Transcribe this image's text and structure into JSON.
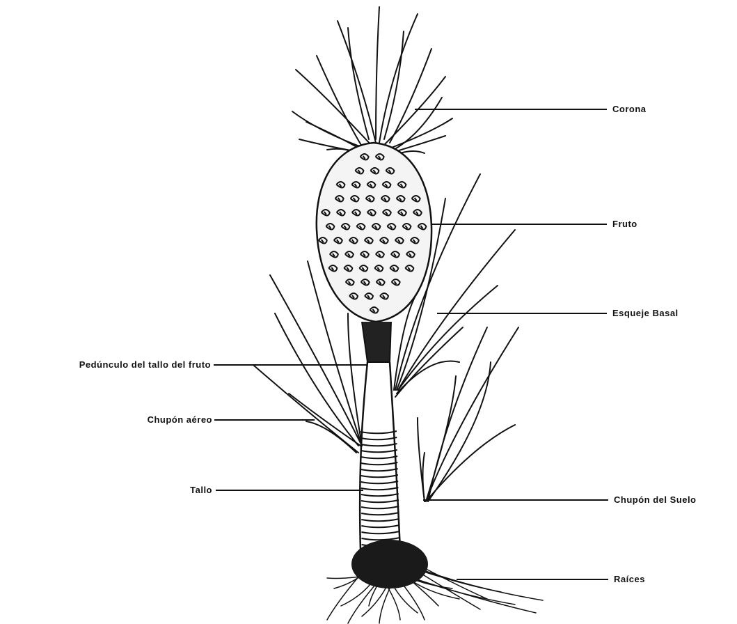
{
  "diagram": {
    "labels": {
      "corona": "Corona",
      "fruto": "Fruto",
      "esqueje_basal": "Esqueje Basal",
      "pedunculo": "Pedúnculo del tallo del fruto",
      "chupon_aereo": "Chupón aéreo",
      "tallo": "Tallo",
      "chupon_suelo": "Chupón del Suelo",
      "raices": "Raíces"
    },
    "colors": {
      "ink": "#111111",
      "background": "#ffffff"
    }
  }
}
